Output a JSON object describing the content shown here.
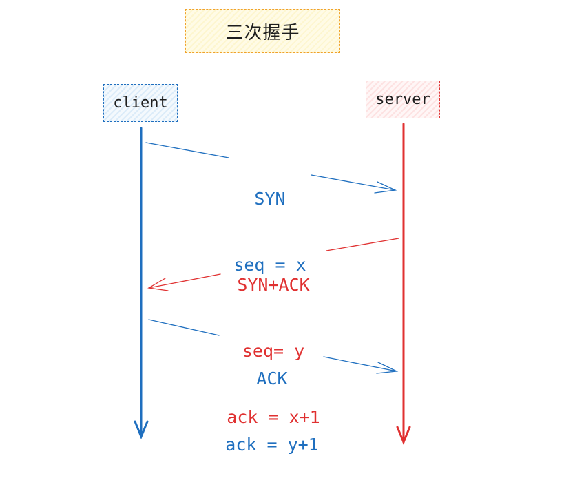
{
  "title": "三次握手",
  "client_label": "client",
  "server_label": "server",
  "messages": [
    {
      "lines": [
        "SYN",
        "seq = x"
      ],
      "color": "#1f6fbf",
      "direction": "client-to-server"
    },
    {
      "lines": [
        "SYN+ACK",
        "seq= y",
        "ack = x+1"
      ],
      "color": "#e03131",
      "direction": "server-to-client"
    },
    {
      "lines": [
        "ACK",
        "ack = y+1"
      ],
      "color": "#1f6fbf",
      "direction": "client-to-server"
    }
  ],
  "colors": {
    "client": "#1f6fbf",
    "server": "#e03131",
    "title_border": "#f0a22a"
  }
}
